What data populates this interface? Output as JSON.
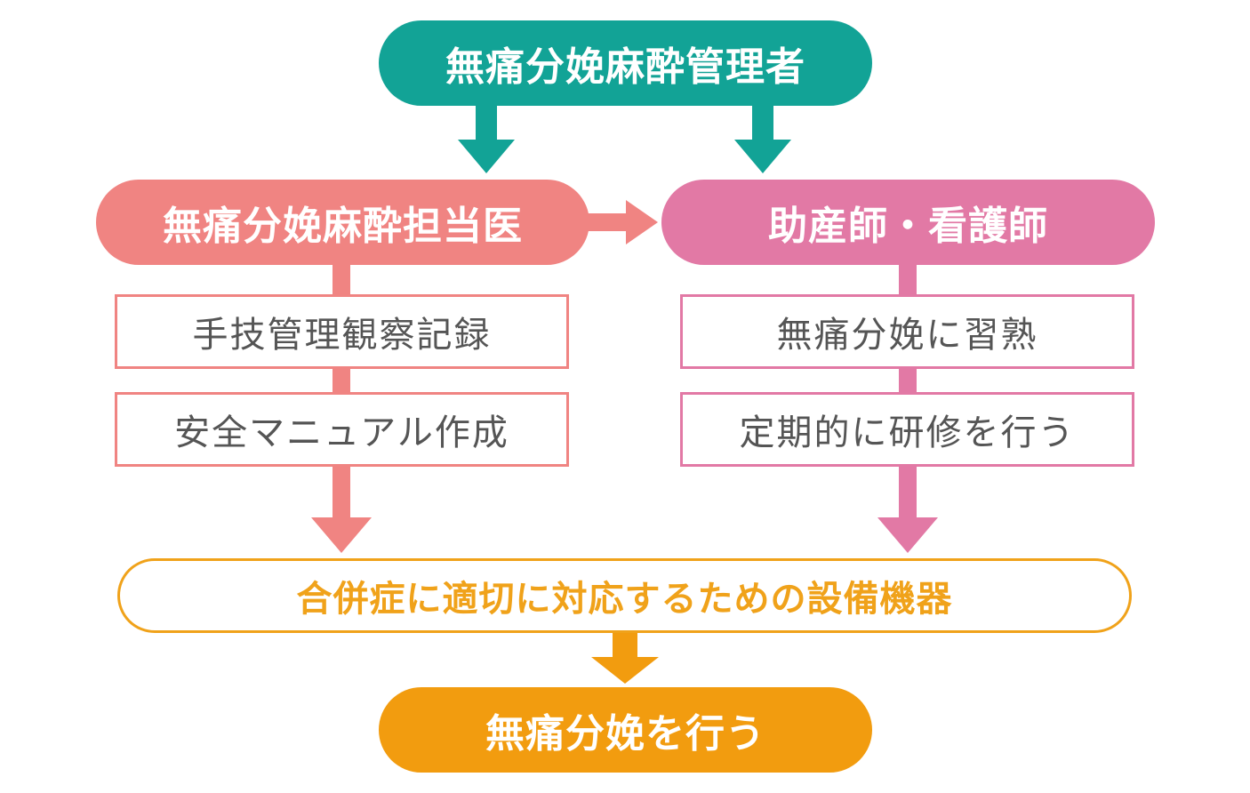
{
  "colors": {
    "admin": "#12a396",
    "doctor": "#f08482",
    "midwife": "#e279a5",
    "equipment": "#f0a21a",
    "result": "#f29c0f",
    "box_text": "#555555"
  },
  "nodes": {
    "admin": "無痛分娩麻酔管理者",
    "doctor": "無痛分娩麻酔担当医",
    "midwife": "助産師・看護師",
    "doctor_tasks": [
      "手技管理観察記録",
      "安全マニュアル作成"
    ],
    "midwife_tasks": [
      "無痛分娩に習熟",
      "定期的に研修を行う"
    ],
    "equipment": "合併症に適切に対応するための設備機器",
    "result": "無痛分娩を行う"
  }
}
